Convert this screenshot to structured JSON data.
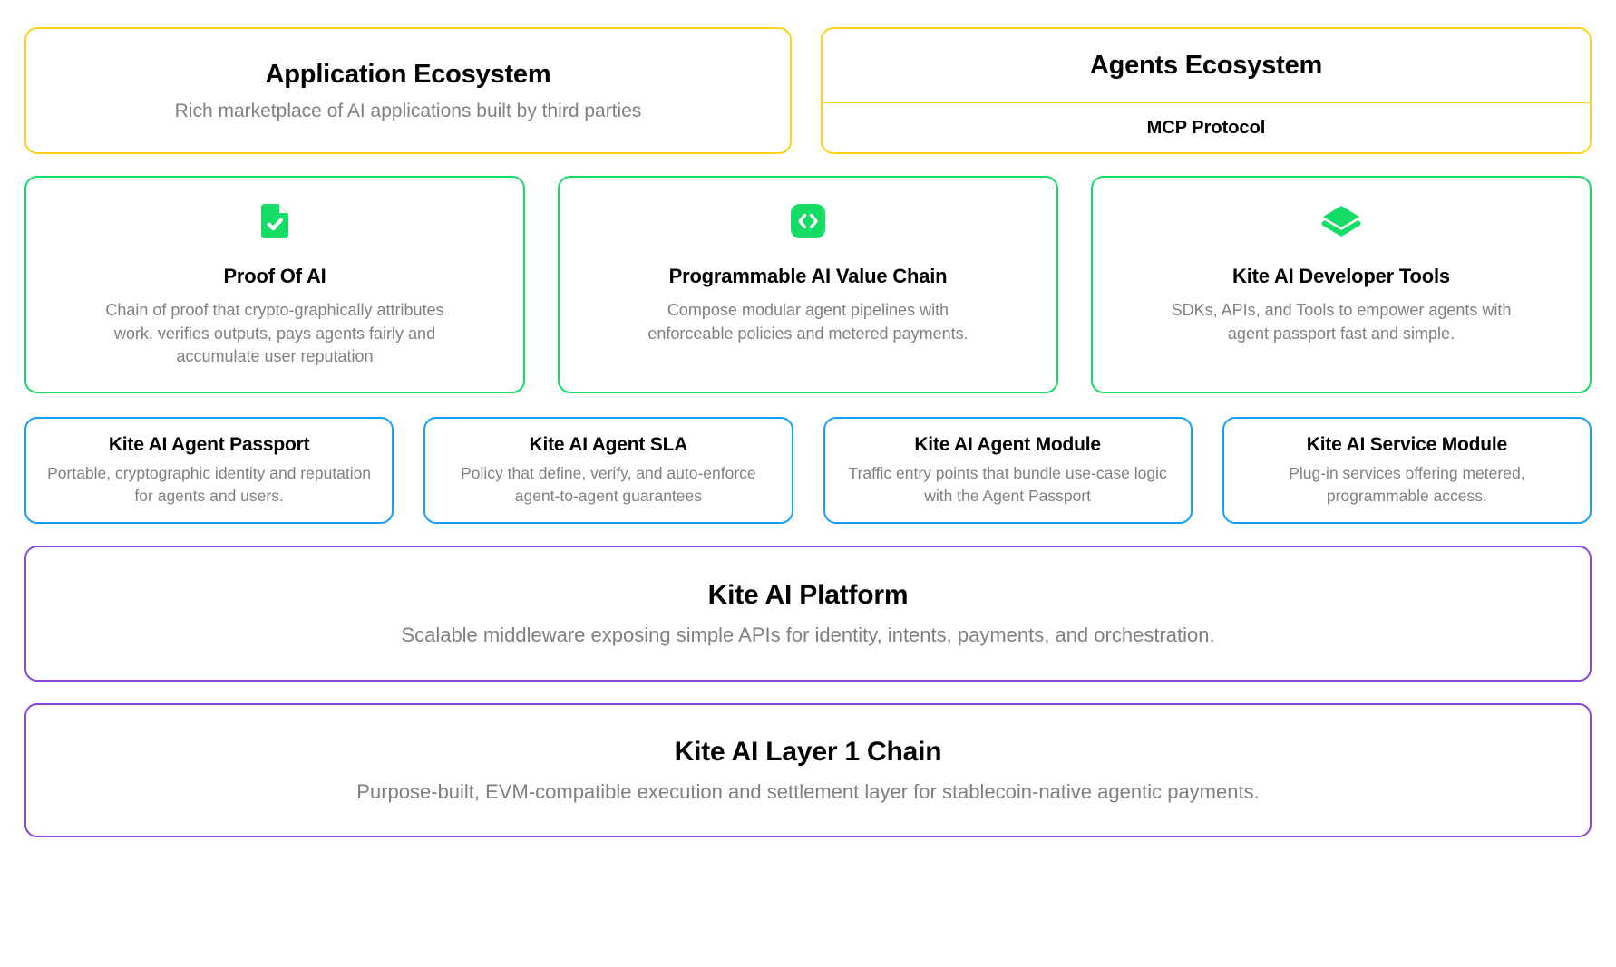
{
  "colors": {
    "ecosystem_border": "#FFD11A",
    "capability_border": "#14DC64",
    "module_border": "#14A0FA",
    "layer_border": "#8B46E0",
    "icon_green": "#14DC64",
    "title_text": "#000000",
    "desc_text": "#808080",
    "background": "#FFFFFF"
  },
  "ecosystem": {
    "application": {
      "title": "Application Ecosystem",
      "desc": "Rich marketplace of AI applications built by third parties"
    },
    "agents": {
      "title": "Agents Ecosystem",
      "protocol": "MCP Protocol"
    }
  },
  "capabilities": [
    {
      "icon": "document-check-icon",
      "title": "Proof Of AI",
      "desc": "Chain of proof that crypto-graphically attributes work, verifies outputs, pays agents fairly and accumulate user reputation"
    },
    {
      "icon": "code-brackets-icon",
      "title": "Programmable AI Value Chain",
      "desc": "Compose modular agent pipelines with enforceable policies and metered payments."
    },
    {
      "icon": "layers-stack-icon",
      "title": "Kite AI Developer Tools",
      "desc": "SDKs, APIs, and Tools to empower agents with agent passport fast and simple."
    }
  ],
  "modules": [
    {
      "title": "Kite AI Agent Passport",
      "desc": "Portable, cryptographic identity and reputation for agents and users."
    },
    {
      "title": "Kite AI Agent SLA",
      "desc": "Policy that define, verify, and auto-enforce agent-to-agent guarantees"
    },
    {
      "title": "Kite AI Agent Module",
      "desc": "Traffic entry points that bundle use-case logic with the Agent Passport"
    },
    {
      "title": "Kite AI Service Module",
      "desc": "Plug-in services offering metered, programmable access."
    }
  ],
  "layers": [
    {
      "title": "Kite AI Platform",
      "desc": "Scalable middleware exposing simple APIs for identity, intents, payments, and orchestration."
    },
    {
      "title": "Kite AI Layer 1 Chain",
      "desc": "Purpose-built, EVM-compatible execution and settlement layer for stablecoin-native agentic payments."
    }
  ]
}
